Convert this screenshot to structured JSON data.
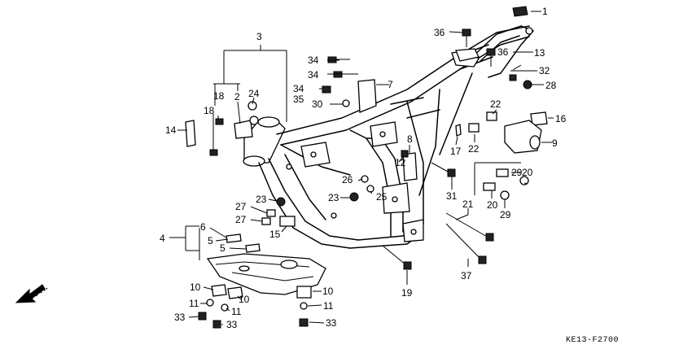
{
  "diagram": {
    "drawing_code": "KE13-F2700",
    "direction_label": "FR.",
    "callouts": [
      {
        "id": "c1",
        "text": "1"
      },
      {
        "id": "c2",
        "text": "2"
      },
      {
        "id": "c3",
        "text": "3"
      },
      {
        "id": "c4",
        "text": "4"
      },
      {
        "id": "c5a",
        "text": "5"
      },
      {
        "id": "c5b",
        "text": "5"
      },
      {
        "id": "c6",
        "text": "6"
      },
      {
        "id": "c7",
        "text": "7"
      },
      {
        "id": "c8",
        "text": "8"
      },
      {
        "id": "c9",
        "text": "9"
      },
      {
        "id": "c10a",
        "text": "10"
      },
      {
        "id": "c10b",
        "text": "10"
      },
      {
        "id": "c10c",
        "text": "10"
      },
      {
        "id": "c11a",
        "text": "11"
      },
      {
        "id": "c11b",
        "text": "11"
      },
      {
        "id": "c11c",
        "text": "11"
      },
      {
        "id": "c12",
        "text": "12"
      },
      {
        "id": "c13",
        "text": "13"
      },
      {
        "id": "c14",
        "text": "14"
      },
      {
        "id": "c15",
        "text": "15"
      },
      {
        "id": "c16",
        "text": "16"
      },
      {
        "id": "c17",
        "text": "17"
      },
      {
        "id": "c18a",
        "text": "18"
      },
      {
        "id": "c18b",
        "text": "18"
      },
      {
        "id": "c19",
        "text": "19"
      },
      {
        "id": "c20a",
        "text": "20"
      },
      {
        "id": "c20b",
        "text": "20"
      },
      {
        "id": "c21",
        "text": "21"
      },
      {
        "id": "c22a",
        "text": "22"
      },
      {
        "id": "c22b",
        "text": "22"
      },
      {
        "id": "c23a",
        "text": "23"
      },
      {
        "id": "c23b",
        "text": "23"
      },
      {
        "id": "c24",
        "text": "24"
      },
      {
        "id": "c25",
        "text": "25"
      },
      {
        "id": "c26",
        "text": "26"
      },
      {
        "id": "c27a",
        "text": "27"
      },
      {
        "id": "c27b",
        "text": "27"
      },
      {
        "id": "c28",
        "text": "28"
      },
      {
        "id": "c29a",
        "text": "29"
      },
      {
        "id": "c29b",
        "text": "29"
      },
      {
        "id": "c30",
        "text": "30"
      },
      {
        "id": "c31",
        "text": "31"
      },
      {
        "id": "c32",
        "text": "32"
      },
      {
        "id": "c33a",
        "text": "33"
      },
      {
        "id": "c33b",
        "text": "33"
      },
      {
        "id": "c33c",
        "text": "33"
      },
      {
        "id": "c34a",
        "text": "34"
      },
      {
        "id": "c34b",
        "text": "34"
      },
      {
        "id": "c34c",
        "text": "34"
      },
      {
        "id": "c35",
        "text": "35"
      },
      {
        "id": "c36a",
        "text": "36"
      },
      {
        "id": "c36b",
        "text": "36"
      },
      {
        "id": "c37",
        "text": "37"
      }
    ]
  }
}
